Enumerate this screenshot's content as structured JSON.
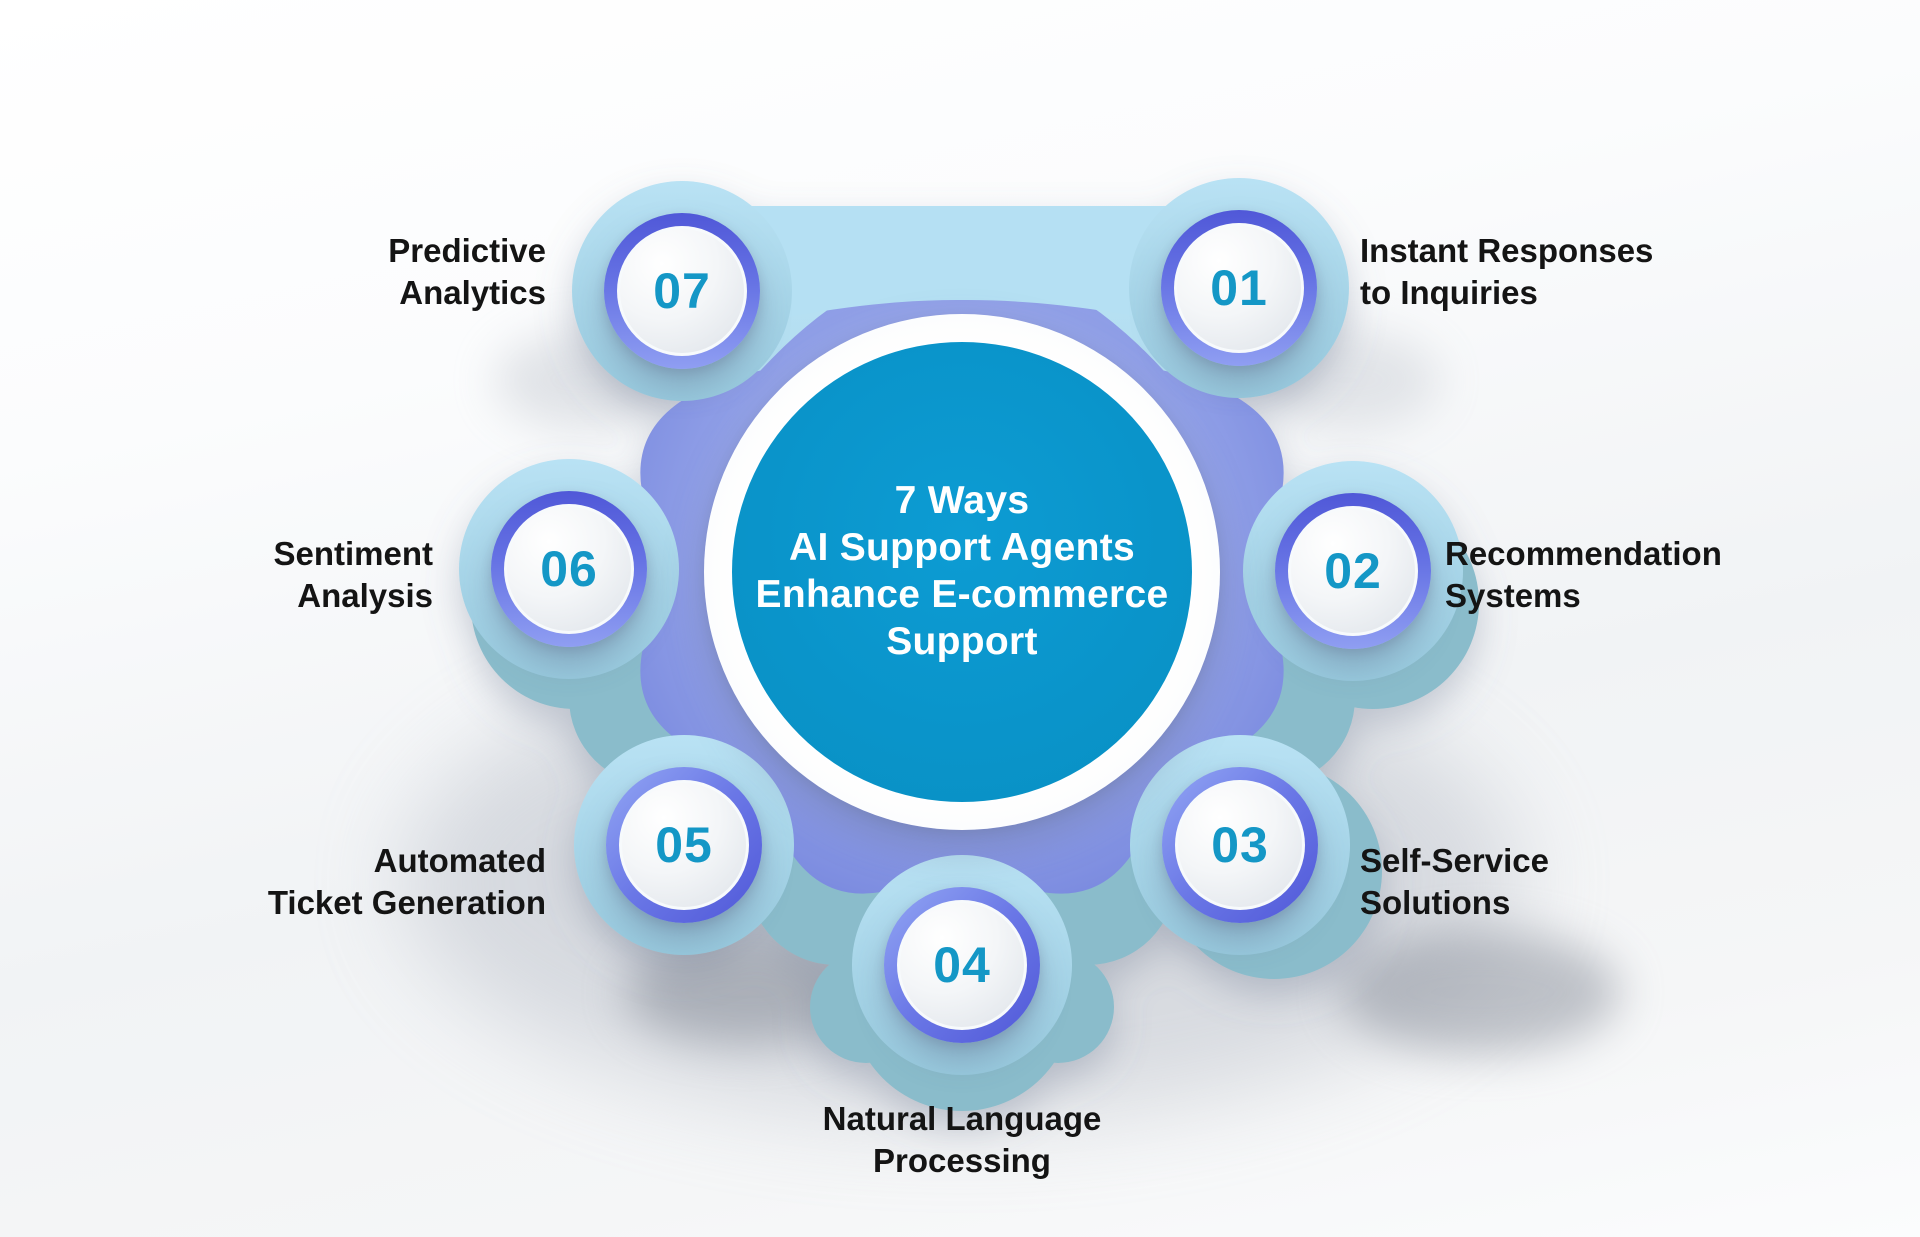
{
  "title": {
    "text": "7 Ways\nAI Support Agents\nEnhance E-commerce\nSupport"
  },
  "items": [
    {
      "number": "01",
      "label": "Instant Responses\nto Inquiries"
    },
    {
      "number": "02",
      "label": "Recommendation\nSystems"
    },
    {
      "number": "03",
      "label": "Self-Service\nSolutions"
    },
    {
      "number": "04",
      "label": "Natural Language\nProcessing"
    },
    {
      "number": "05",
      "label": "Automated\nTicket Generation"
    },
    {
      "number": "06",
      "label": "Sentiment\nAnalysis"
    },
    {
      "number": "07",
      "label": "Predictive\nAnalytics"
    }
  ],
  "colors": {
    "center_fill": "#0997ce",
    "number_color": "#1497c6",
    "ring_indigo": "#5058d8",
    "ring_light": "#93a7f4",
    "light_blue": "#aedcf1",
    "periwinkle": "#8093e2",
    "teal_accent": "#8abccb",
    "label_color": "#141414",
    "title_color": "#ffffff"
  }
}
